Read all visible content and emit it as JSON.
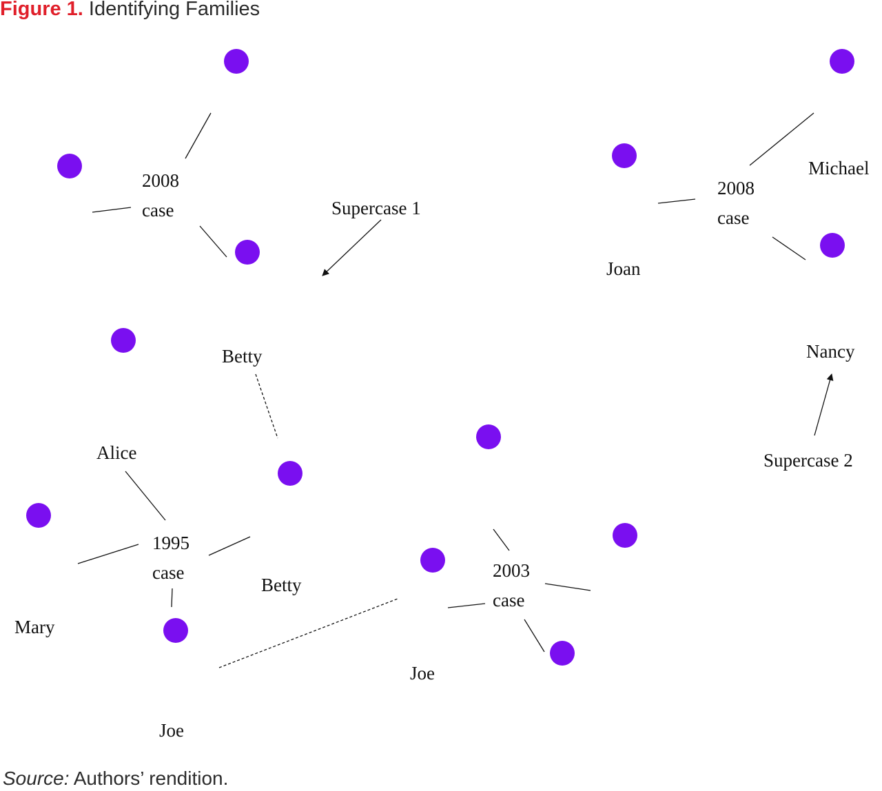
{
  "figure": {
    "number": "Figure 1.",
    "title": "Identifying Families"
  },
  "source": {
    "label": "Source:",
    "text": "Authors’ rendition."
  },
  "diagram": {
    "colors": {
      "figure": "#7a0ff0",
      "lines": "#111111",
      "figure_label": "#e01f2a"
    },
    "cases": {
      "case_2008_left": {
        "year": "2008",
        "word": "case"
      },
      "case_2008_right": {
        "year": "2008",
        "word": "case"
      },
      "case_1995": {
        "year": "1995",
        "word": "case"
      },
      "case_2003": {
        "year": "2003",
        "word": "case"
      }
    },
    "names": {
      "betty_top": "Betty",
      "alice": "Alice",
      "mary": "Mary",
      "betty_1995": "Betty",
      "joe_1995": "Joe",
      "joe_2003": "Joe",
      "joan": "Joan",
      "michael": "Michael",
      "nancy": "Nancy"
    },
    "annotations": {
      "supercase_1": "Supercase 1",
      "supercase_2": "Supercase 2"
    }
  }
}
